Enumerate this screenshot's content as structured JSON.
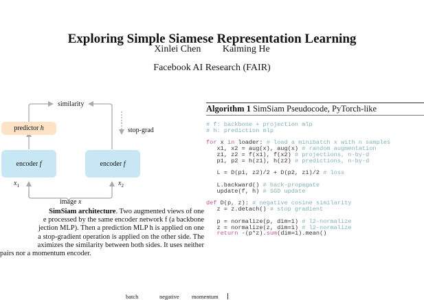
{
  "paper": {
    "title": "Exploring Simple Siamese Representation Learning",
    "authors": [
      "Xinlei Chen",
      "Kaiming He"
    ],
    "affiliation": "Facebook AI Research (FAIR)"
  },
  "figure": {
    "similarity": "similarity",
    "stop_grad": "stop-grad",
    "predictor": "predictor",
    "predictor_var": "h",
    "encoder": "encoder",
    "encoder_var": "f",
    "x1": "x",
    "x1_sub": "1",
    "x2": "x",
    "x2_sub": "2",
    "image": "image",
    "image_var": "x",
    "colors": {
      "predictor": "#fde2c6",
      "encoder": "#c6e7f3"
    }
  },
  "caption": {
    "bold": "SimSiam architecture",
    "line1_rest": ". Two augmented views of one",
    "lines": [
      "e processed by the same encoder network f (a backbone",
      "jection MLP). Then a prediction MLP h is applied on one",
      "a stop-gradient operation is applied on the other side. The",
      "aximizes the similarity between both sides. It uses neither",
      "pairs nor a momentum encoder."
    ]
  },
  "algorithm": {
    "label": "Algorithm 1",
    "title": "SimSiam Pseudocode, PyTorch-like",
    "code": [
      [
        {
          "t": "# f: backbone + projection mlp",
          "c": "comment"
        }
      ],
      [
        {
          "t": "# h: prediction mlp",
          "c": "comment"
        }
      ],
      [],
      [
        {
          "t": "for",
          "c": "kw"
        },
        {
          "t": " x "
        },
        {
          "t": "in",
          "c": "kw"
        },
        {
          "t": " loader: "
        },
        {
          "t": "# load a minibatch x with n samples",
          "c": "comment"
        }
      ],
      [
        {
          "t": "   x1, x2 = aug(x), aug(x) "
        },
        {
          "t": "# random augmentation",
          "c": "comment"
        }
      ],
      [
        {
          "t": "   z1, z2 = f(x1), f(x2) "
        },
        {
          "t": "# projections, n-by-d",
          "c": "comment"
        }
      ],
      [
        {
          "t": "   p1, p2 = h(z1), h(z2) "
        },
        {
          "t": "# predictions, n-by-d",
          "c": "comment"
        }
      ],
      [],
      [
        {
          "t": "   L = D(p1, z2)/2 + D(p2, z1)/2 "
        },
        {
          "t": "# loss",
          "c": "comment"
        }
      ],
      [],
      [
        {
          "t": "   L.backward() "
        },
        {
          "t": "# back-propagate",
          "c": "comment"
        }
      ],
      [
        {
          "t": "   update(f, h) "
        },
        {
          "t": "# SGD update",
          "c": "comment"
        }
      ],
      [],
      [
        {
          "t": "def",
          "c": "kw"
        },
        {
          "t": " D(p, z): "
        },
        {
          "t": "# negative cosine similarity",
          "c": "comment"
        }
      ],
      [
        {
          "t": "   z = z.detach() "
        },
        {
          "t": "# stop gradient",
          "c": "comment"
        }
      ],
      [],
      [
        {
          "t": "   p = normalize(p, dim=1) "
        },
        {
          "t": "# l2-normalize",
          "c": "comment"
        }
      ],
      [
        {
          "t": "   z = normalize(z, dim=1) "
        },
        {
          "t": "# l2-normalize",
          "c": "comment"
        }
      ],
      [
        {
          "t": "   "
        },
        {
          "t": "return",
          "c": "kw"
        },
        {
          "t": " -(p*z)."
        },
        {
          "t": "sum",
          "c": "kw"
        },
        {
          "t": "(dim=1).mean()"
        }
      ]
    ]
  },
  "table_header_partial": [
    "batch",
    "negative",
    "momentum"
  ]
}
